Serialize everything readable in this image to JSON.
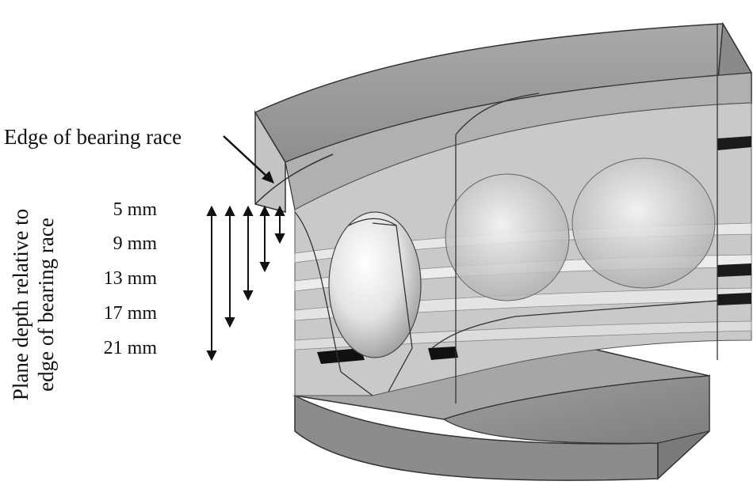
{
  "callout": {
    "text": "Edge of bearing race"
  },
  "axis_label": {
    "line1": "Plane depth relative to",
    "line2": "edge of bearing race"
  },
  "depths": [
    {
      "label": "5 mm"
    },
    {
      "label": "9 mm"
    },
    {
      "label": "13 mm"
    },
    {
      "label": "17 mm"
    },
    {
      "label": "21 mm"
    }
  ],
  "colors": {
    "metal_light": "#bdbdbd",
    "metal_mid": "#9a9a9a",
    "metal_dark": "#6f6f6f",
    "ball": "#e6e6e6",
    "shadow": "#1a1a1a",
    "arrow": "#111111"
  }
}
